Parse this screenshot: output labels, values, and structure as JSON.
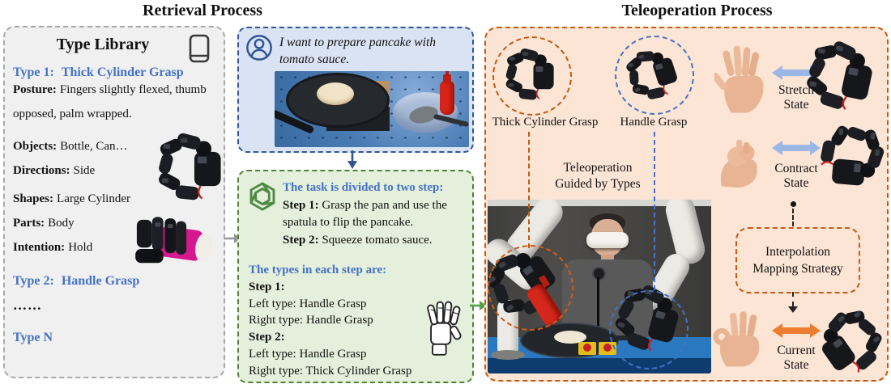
{
  "titles": {
    "retrieval": "Retrieval Process",
    "teleoperation": "Teleoperation Process"
  },
  "type_library": {
    "title": "Type Library",
    "type1_label": "Type 1:",
    "type1_name": "Thick Cylinder Grasp",
    "fields": [
      {
        "label": "Posture:",
        "value": "Fingers slightly flexed, thumb opposed, palm wrapped."
      },
      {
        "label": "Objects:",
        "value": "Bottle, Can…"
      },
      {
        "label": "Directions:",
        "value": "Side"
      },
      {
        "label": "Shapes:",
        "value": "Large Cylinder"
      },
      {
        "label": "Parts:",
        "value": "Body"
      },
      {
        "label": "Intention:",
        "value": "Hold"
      }
    ],
    "type2_label": "Type 2:",
    "type2_name": "Handle Grasp",
    "ellipsis": "……",
    "type_n": "Type N"
  },
  "request_box": {
    "message": "I want to prepare pancake with tomato sauce."
  },
  "gpt_box": {
    "division_header": "The task is divided to two step:",
    "step1_label": "Step 1:",
    "step1_text": "Grasp the pan and use the spatula to flip the pancake.",
    "step2_label": "Step 2:",
    "step2_text": "Squeeze tomato sauce.",
    "types_header": "The types in each step are:",
    "assign": [
      {
        "step_label": "Step 1:",
        "left": "Left type: Handle Grasp",
        "right": "Right type: Handle Grasp"
      },
      {
        "step_label": "Step 2:",
        "left": "Left type: Handle Grasp",
        "right": "Right type: Thick Cylinder Grasp"
      }
    ]
  },
  "teleop": {
    "circle_labels": [
      "Thick Cylinder Grasp",
      "Handle Grasp"
    ],
    "caption": "Teleoperation Guided by Types",
    "states": [
      "Stretch State",
      "Contract State",
      "Current State"
    ],
    "interpolation": "Interpolation Mapping Strategy"
  },
  "icons": {
    "book": "book-icon",
    "user": "user-avatar-icon",
    "gpt": "gpt-logo-icon",
    "hand_sketch": "robot-hand-sketch-icon",
    "double_arrow": "double-arrow-icon"
  },
  "colors": {
    "library_bg": "#f0f0f0",
    "library_border": "#a8a8a8",
    "request_bg": "#dae3f3",
    "request_border": "#2f5597",
    "gpt_bg": "#e4efdc",
    "gpt_border": "#538135",
    "teleop_bg": "#fce5d5",
    "teleop_border": "#c55a11",
    "accent_blue_text": "#4472c4",
    "arrow_blue": "#9bb7e6",
    "arrow_orange": "#ed7d31",
    "gpt_green": "#4f8a43"
  }
}
